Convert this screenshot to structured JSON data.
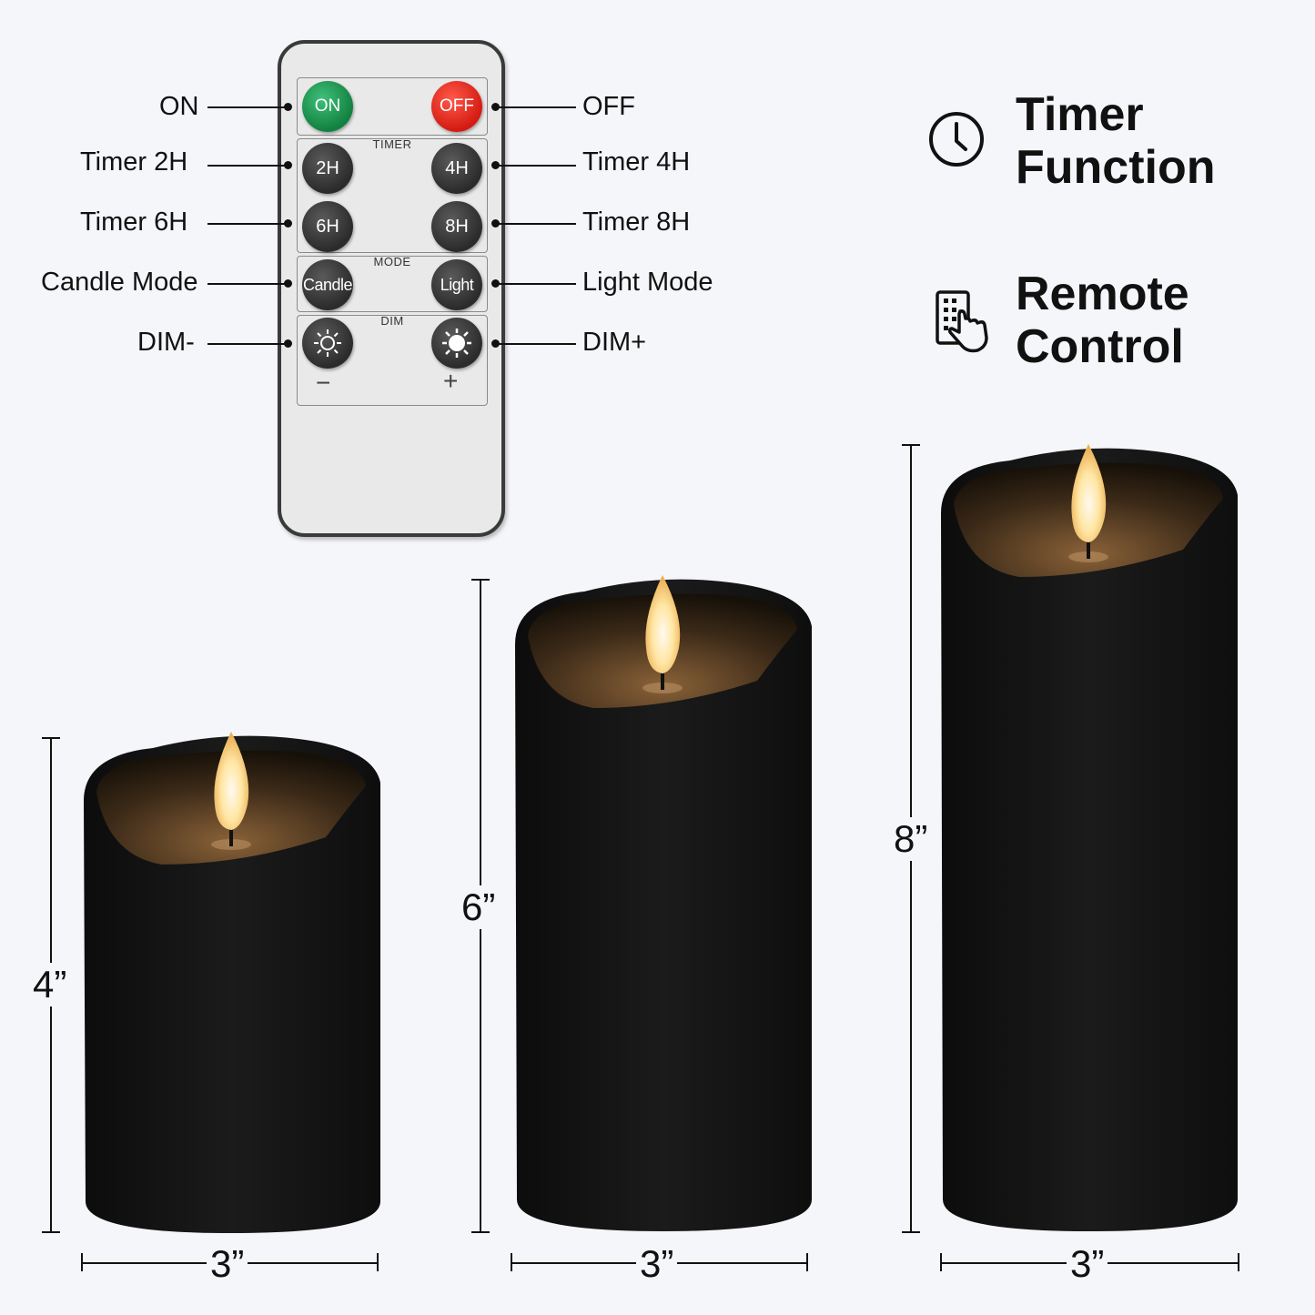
{
  "remote": {
    "buttons": {
      "on": "ON",
      "off": "OFF",
      "t2": "2H",
      "t4": "4H",
      "t6": "6H",
      "t8": "8H",
      "candle": "Candle",
      "light": "Light"
    },
    "sections": {
      "timer": "TIMER",
      "mode": "MODE",
      "dim": "DIM"
    },
    "minus": "−",
    "plus": "+"
  },
  "callouts": {
    "on": "ON",
    "off": "OFF",
    "timer2": "Timer 2H",
    "timer4": "Timer 4H",
    "timer6": "Timer 6H",
    "timer8": "Timer 8H",
    "candle_mode": "Candle Mode",
    "light_mode": "Light Mode",
    "dim_minus": "DIM-",
    "dim_plus": "DIM+"
  },
  "features": {
    "timer_line1": "Timer",
    "timer_line2": "Function",
    "remote_line1": "Remote",
    "remote_line2": "Control",
    "timer_icon": "clock-icon",
    "remote_icon": "remote-hand-icon"
  },
  "candles": {
    "small": {
      "height": "4”",
      "width": "3”"
    },
    "medium": {
      "height": "6”",
      "width": "3”"
    },
    "large": {
      "height": "8”",
      "width": "3”"
    }
  },
  "colors": {
    "background": "#f5f6fa",
    "on_button": "#1a9a52",
    "off_button": "#e8271c",
    "candle_body": "#141414",
    "flame": "#ffe7a8"
  }
}
